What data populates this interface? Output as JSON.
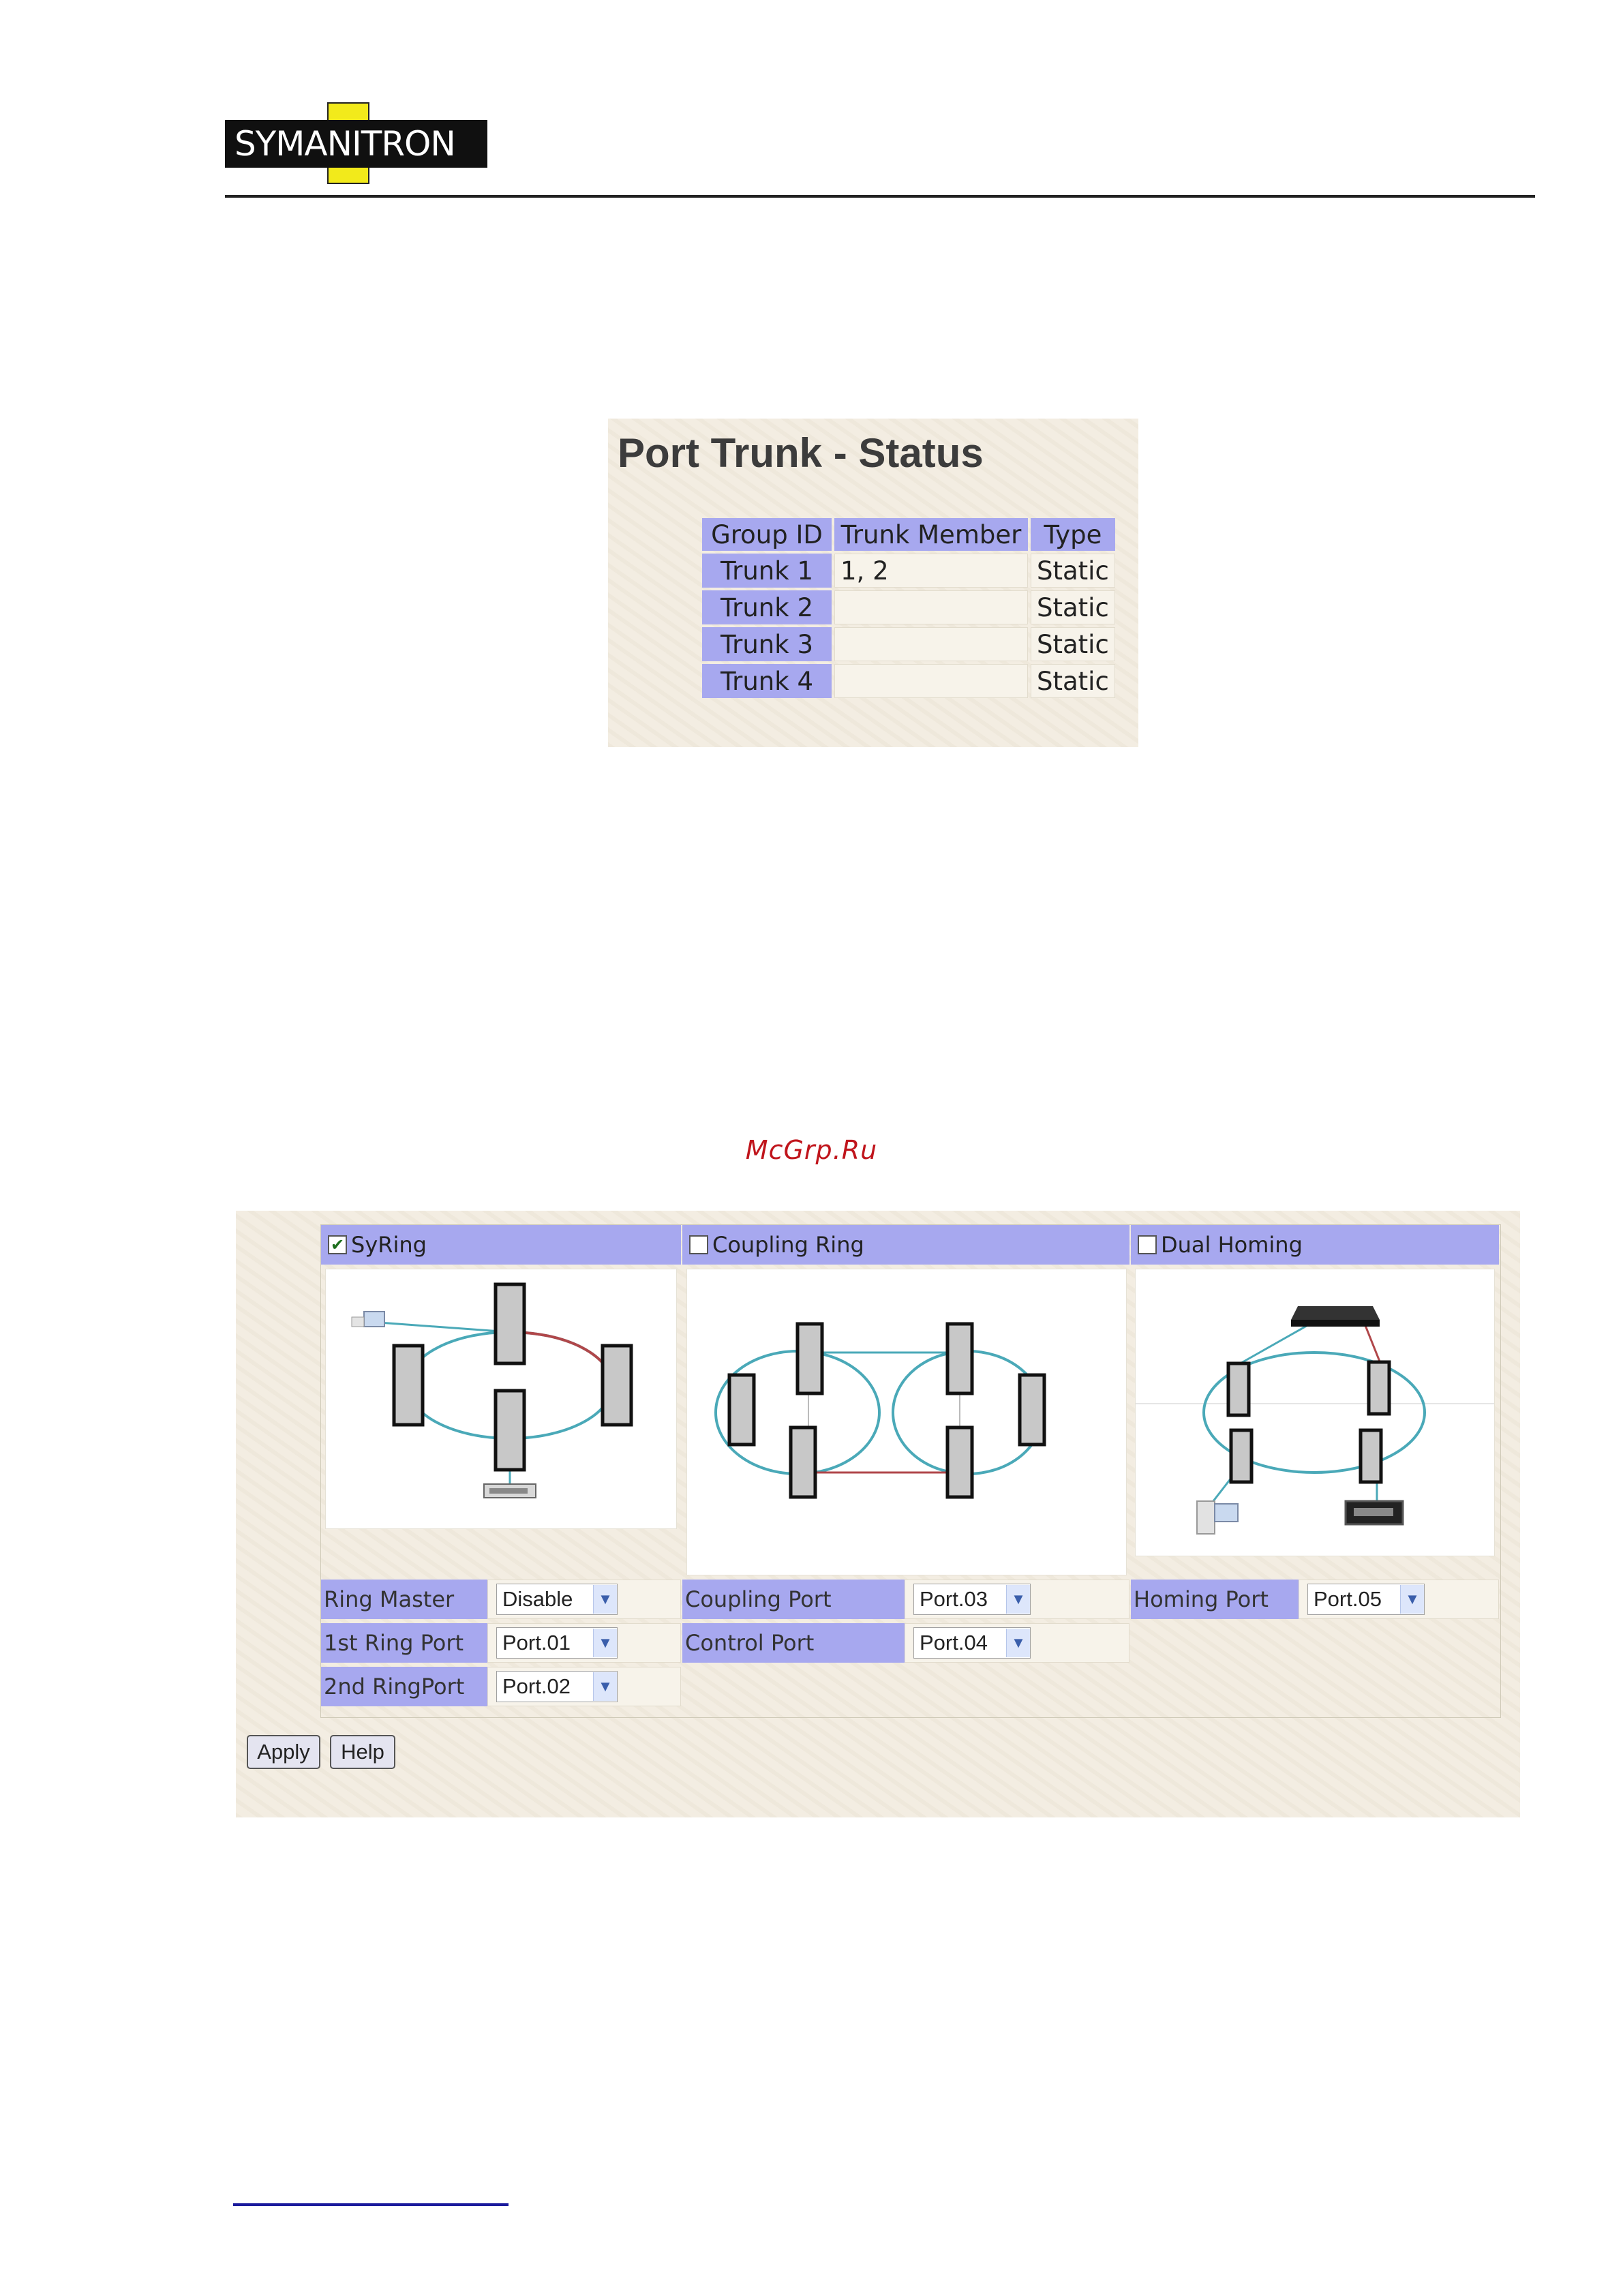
{
  "logo": {
    "text": "SYMANITRON"
  },
  "trunk_status": {
    "title": "Port Trunk - Status",
    "columns": [
      "Group ID",
      "Trunk Member",
      "Type"
    ],
    "rows": [
      {
        "group": "Trunk 1",
        "member": "1, 2",
        "type": "Static"
      },
      {
        "group": "Trunk 2",
        "member": "",
        "type": "Static"
      },
      {
        "group": "Trunk 3",
        "member": "",
        "type": "Static"
      },
      {
        "group": "Trunk 4",
        "member": "",
        "type": "Static"
      }
    ]
  },
  "watermark": "McGrp.Ru",
  "ring": {
    "syring": {
      "label": "SyRing",
      "checked": true,
      "options": [
        {
          "label": "Ring Master",
          "value": "Disable"
        },
        {
          "label": "1st Ring Port",
          "value": "Port.01"
        },
        {
          "label": "2nd RingPort",
          "value": "Port.02"
        }
      ]
    },
    "coupling": {
      "label": "Coupling Ring",
      "checked": false,
      "options": [
        {
          "label": "Coupling Port",
          "value": "Port.03"
        },
        {
          "label": "Control Port",
          "value": "Port.04"
        }
      ]
    },
    "dual_homing": {
      "label": "Dual Homing",
      "checked": false,
      "options": [
        {
          "label": "Homing Port",
          "value": "Port.05"
        }
      ]
    }
  },
  "buttons": {
    "apply": "Apply",
    "help": "Help"
  },
  "colors": {
    "header_purple": "#a7a8ef",
    "ring_teal": "#4aa9b8",
    "link_red": "#b0474a",
    "watermark_red": "#c0151c"
  },
  "icons": [
    "checkbox-checked-icon",
    "checkbox-icon",
    "chevron-down-icon",
    "switch-icon",
    "pc-icon",
    "hub-icon"
  ]
}
